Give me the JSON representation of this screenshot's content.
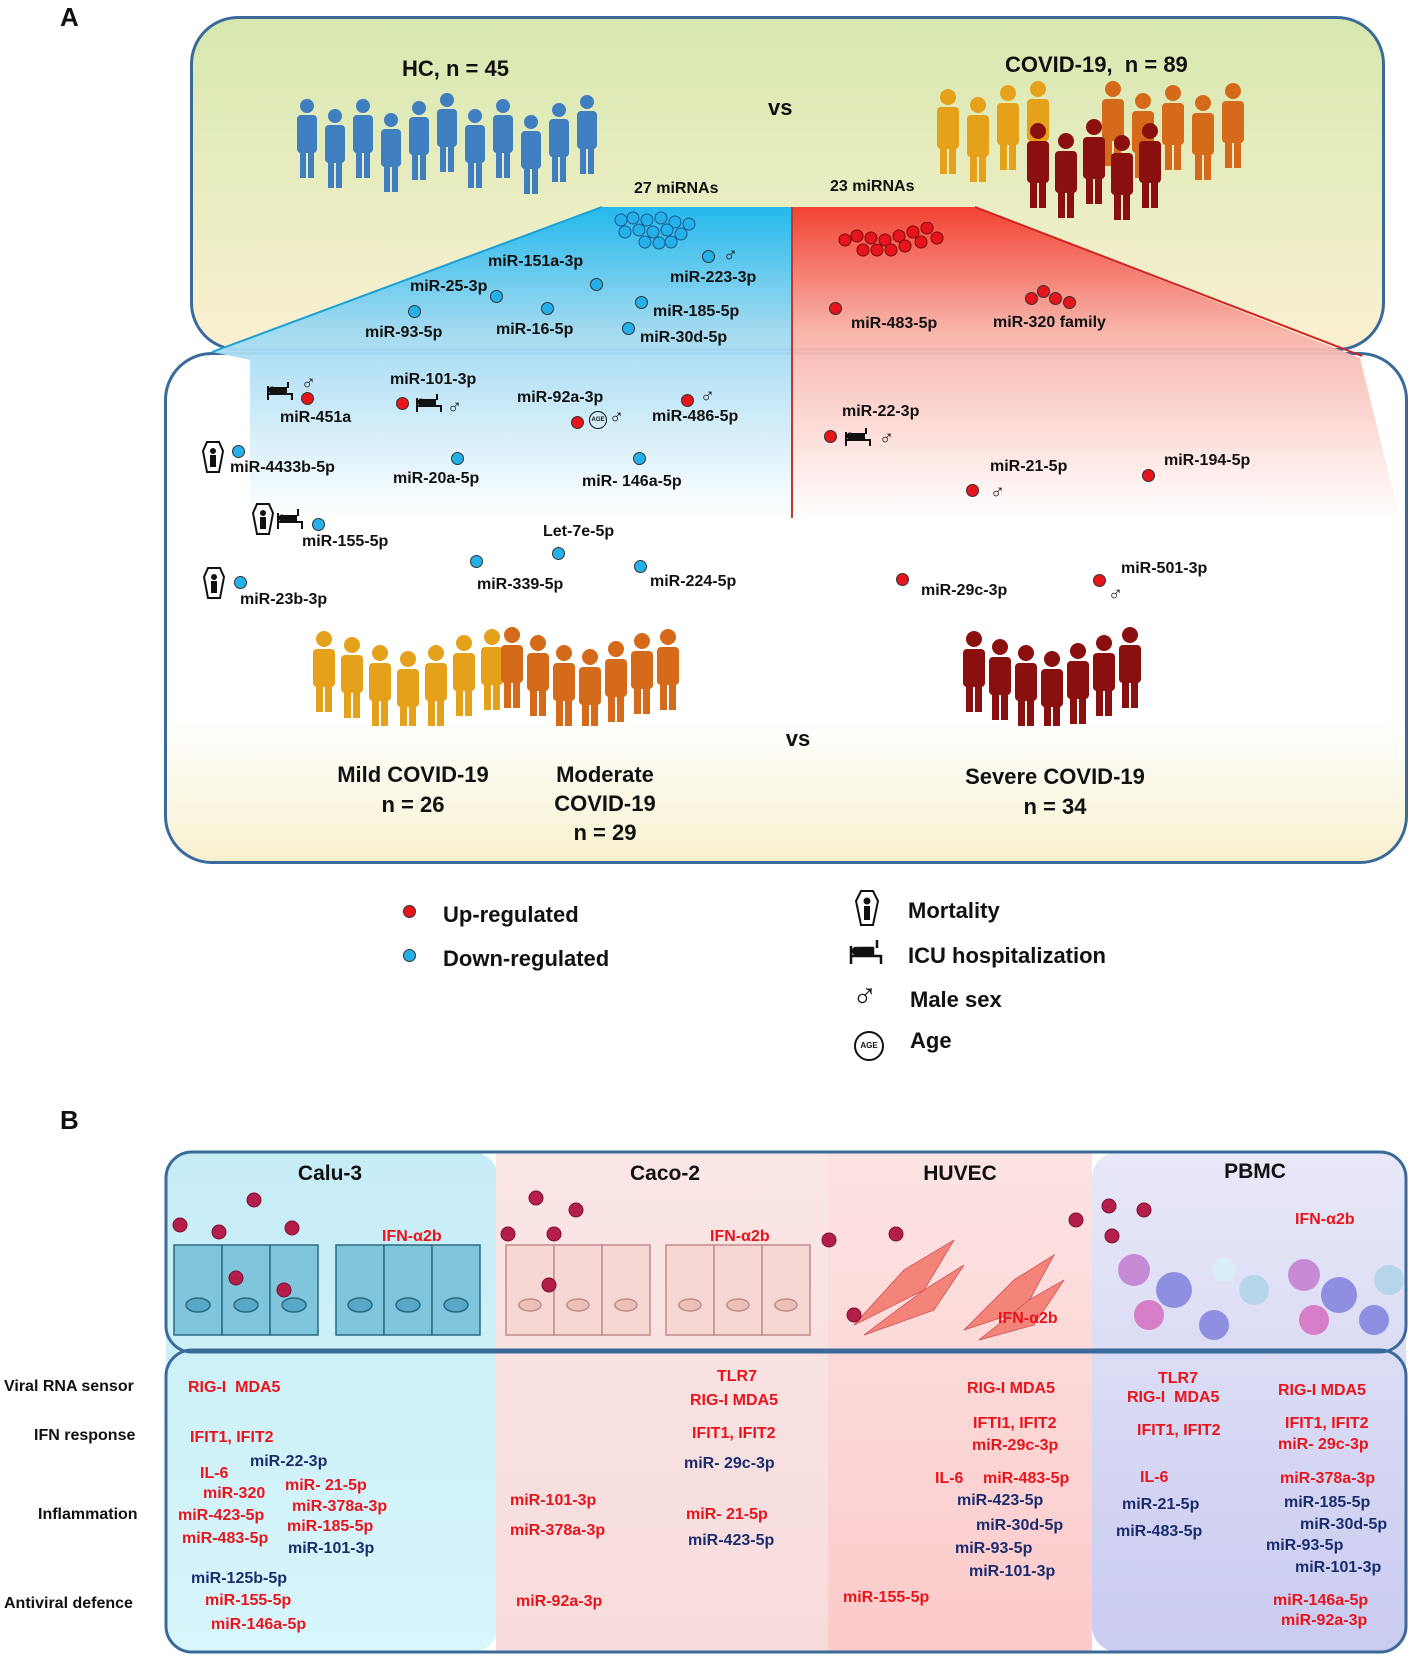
{
  "panel_a": {
    "letter": "A",
    "hc_label": "HC, n = 45",
    "covid_label": "COVID-19,  n = 89",
    "vs": "vs",
    "left_count": "27 miRNAs",
    "right_count": "23 miRNAs",
    "mirnas": {
      "m151a": "miR-151a-3p",
      "m25": "miR-25-3p",
      "m223": "miR-223-3p",
      "m185": "miR-185-5p",
      "m93": "miR-93-5p",
      "m16": "miR-16-5p",
      "m30d": "miR-30d-5p",
      "m483": "miR-483-5p",
      "m320": "miR-320 family",
      "m451a": "miR-451a",
      "m101": "miR-101-3p",
      "m92a": "miR-92a-3p",
      "m486": "miR-486-5p",
      "m4433b": "miR-4433b-5p",
      "m20a": "miR-20a-5p",
      "m146a": "miR- 146a-5p",
      "m155": "miR-155-5p",
      "let7e": "Let-7e-5p",
      "m339": "miR-339-5p",
      "m224": "miR-224-5p",
      "m23b": "miR-23b-3p",
      "m22": "miR-22-3p",
      "m21": "miR-21-5p",
      "m194": "miR-194-5p",
      "m29c": "miR-29c-3p",
      "m501": "miR-501-3p"
    },
    "mild_label": "Mild COVID-19",
    "mild_n": "n = 26",
    "moderate_label_1": "Moderate",
    "moderate_label_2": "COVID-19",
    "moderate_n": "n = 29",
    "vs2": "vs",
    "severe_label": "Severe COVID-19",
    "severe_n": "n = 34",
    "legend": {
      "up": "Up-regulated",
      "down": "Down-regulated",
      "mortality": "Mortality",
      "icu": "ICU hospitalization",
      "male": "Male sex",
      "age": "Age"
    },
    "age_icon_text": "AGE"
  },
  "panel_b": {
    "letter": "B",
    "cells": [
      "Calu-3",
      "Caco-2",
      "HUVEC",
      "PBMC"
    ],
    "ifn": "IFN-α2b",
    "row_labels": [
      "Viral RNA sensor",
      "IFN response",
      "Inflammation",
      "Antiviral defence"
    ],
    "calu3": {
      "sensor": "RIG-I  MDA5",
      "ifn": "IFIT1, IFIT2",
      "il6": "IL-6",
      "m22": "miR-22-3p",
      "m320": "miR-320",
      "m21": "miR- 21-5p",
      "m378": "miR-378a-3p",
      "m423": "miR-423-5p",
      "m185": "miR-185-5p",
      "m483": "miR-483-5p",
      "m101": "miR-101-3p",
      "m125b": "miR-125b-5p",
      "m155": "miR-155-5p",
      "m146a": "miR-146a-5p"
    },
    "caco2": {
      "tlr7": "TLR7",
      "sensor": "RIG-I MDA5",
      "ifn": "IFIT1, IFIT2",
      "m29c": "miR- 29c-3p",
      "m101": "miR-101-3p",
      "m21": "miR- 21-5p",
      "m378": "miR-378a-3p",
      "m423": "miR-423-5p",
      "m92a": "miR-92a-3p"
    },
    "huvec": {
      "sensor": "RIG-I MDA5",
      "ifn": "IFTI1, IFIT2",
      "m29c": "miR-29c-3p",
      "il6": "IL-6",
      "m483": "miR-483-5p",
      "m423": "miR-423-5p",
      "m30d": "miR-30d-5p",
      "m93": "miR-93-5p",
      "m101": "miR-101-3p",
      "m155": "miR-155-5p"
    },
    "pbmc": {
      "tlr7": "TLR7",
      "sensor1": "RIG-I  MDA5",
      "ifn1": "IFIT1, IFIT2",
      "il6": "IL-6",
      "m21": "miR-21-5p",
      "m483": "miR-483-5p",
      "sensor2": "RIG-I MDA5",
      "ifn2": "IFIT1, IFIT2",
      "m29c": "miR- 29c-3p",
      "m378": "miR-378a-3p",
      "m185": "miR-185-5p",
      "m30d": "miR-30d-5p",
      "m93": "miR-93-5p",
      "m101": "miR-101-3p",
      "m146a": "miR-146a-5p",
      "m92a": "miR-92a-3p"
    }
  }
}
